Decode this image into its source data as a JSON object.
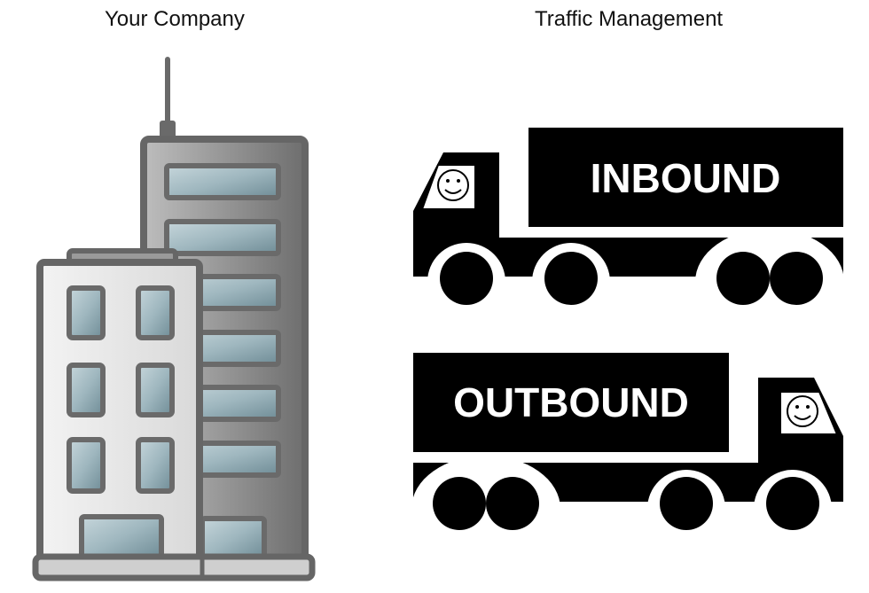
{
  "company": {
    "title": "Your Company",
    "icon": "office-building-icon"
  },
  "traffic": {
    "title": "Traffic Management",
    "inbound": {
      "label": "INBOUND",
      "icon": "truck-icon"
    },
    "outbound": {
      "label": "OUTBOUND",
      "icon": "truck-icon"
    }
  },
  "colors": {
    "truck": "#000000",
    "building_outline": "#666666",
    "building_light": "#e6e6e6",
    "building_dark": "#8a8a8a",
    "window_glass": "#9fb7bf"
  }
}
